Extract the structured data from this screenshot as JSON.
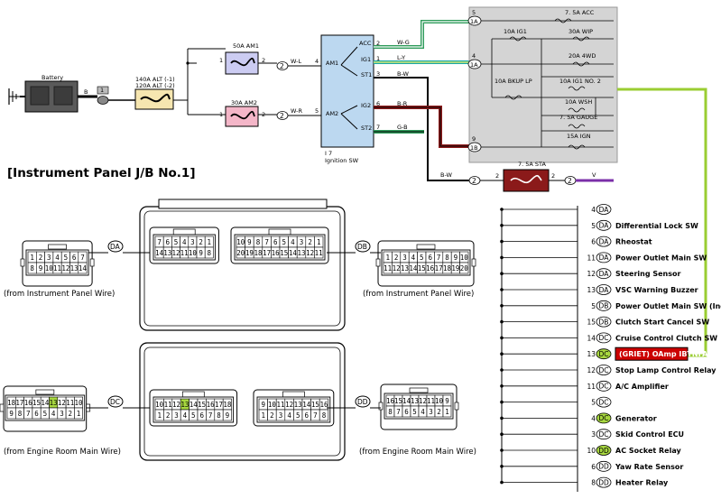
{
  "colors": {
    "jb_fill": "#d4d4d4",
    "yellow_green": "#9acd32",
    "highlight_green": "#a8d840",
    "wire_green": "#2e9b5a",
    "wire_teal": "#1aa7a7",
    "wire_red": "#8b1a1a",
    "wire_purple": "#7b2fa8",
    "fuse_yellow": "#f6e6b0",
    "fuse_pink": "#f4b6c8",
    "fuse_lav": "#ccccf2",
    "callout_red": "#cc0000"
  },
  "top": {
    "battery": "Battery",
    "fusible_link": "140A ALT (-1)",
    "fusible_link_2": "120A ALT (-2)",
    "am1_fuse": "50A AM1",
    "am2_fuse": "30A AM2",
    "wire_wl": "W-L",
    "wire_wr": "W-R",
    "wire_wg": "W-G",
    "wire_ly": "L-Y",
    "wire_bw": "B-W",
    "wire_br": "B-R",
    "wire_gb": "G-B",
    "wire_bw2": "B-W",
    "wire_v": "V",
    "switch_id": "I 7",
    "switch_name": "Ignition SW",
    "sw_acc": "ACC",
    "sw_ig1": "IG1",
    "sw_st1": "ST1",
    "sw_ig2": "IG2",
    "sw_st2": "ST2",
    "sw_am1": "AM1",
    "sw_am2": "AM2",
    "sta_fuse": "7. 5A STA",
    "jb_fuses": [
      "7. 5A ACC",
      "10A IG1",
      "30A WIP",
      "20A 4WD",
      "10A BKUP LP",
      "10A IG1 NO. 2",
      "10A WSH",
      "7. 5A GAUGE",
      "15A IGN"
    ],
    "jb_pins": [
      "5",
      "1A",
      "4",
      "1A",
      "9",
      "1B"
    ]
  },
  "section_title": "[Instrument Panel J/B No.1]",
  "connectors": {
    "DA": {
      "code": "DA",
      "caption": "(from Instrument Panel Wire)",
      "row1": [
        "7",
        "6",
        "5",
        "4",
        "3",
        "2",
        "1"
      ],
      "row2": [
        "14",
        "13",
        "12",
        "11",
        "10",
        "9",
        "8"
      ],
      "ext_row1": [
        "1",
        "2",
        "3",
        "4",
        "5",
        "6",
        "7"
      ],
      "ext_row2": [
        "8",
        "9",
        "10",
        "11",
        "12",
        "13",
        "14"
      ]
    },
    "DB": {
      "code": "DB",
      "caption": "(from Instrument Panel Wire)",
      "row1": [
        "10",
        "9",
        "8",
        "7",
        "6",
        "5",
        "4",
        "3",
        "2",
        "1"
      ],
      "row2": [
        "20",
        "19",
        "18",
        "17",
        "16",
        "15",
        "14",
        "13",
        "12",
        "11"
      ],
      "ext_row1": [
        "1",
        "2",
        "3",
        "4",
        "5",
        "6",
        "7",
        "8",
        "9",
        "10"
      ],
      "ext_row2": [
        "11",
        "12",
        "13",
        "14",
        "15",
        "16",
        "17",
        "18",
        "19",
        "20"
      ]
    },
    "DC": {
      "code": "DC",
      "caption": "(from Engine Room Main Wire)",
      "row1": [
        "10",
        "11",
        "12",
        "13",
        "14",
        "15",
        "16",
        "17",
        "18"
      ],
      "row2": [
        "1",
        "2",
        "3",
        "4",
        "5",
        "6",
        "7",
        "8",
        "9"
      ],
      "ext_row1": [
        "18",
        "17",
        "16",
        "15",
        "14",
        "13",
        "12",
        "11",
        "10"
      ],
      "ext_row2": [
        "9",
        "8",
        "7",
        "6",
        "5",
        "4",
        "3",
        "2",
        "1"
      ]
    },
    "DD": {
      "code": "DD",
      "caption": "(from Engine Room Main Wire)",
      "row1": [
        "9",
        "10",
        "11",
        "12",
        "13",
        "14",
        "15",
        "16"
      ],
      "row2": [
        "1",
        "2",
        "3",
        "4",
        "5",
        "6",
        "7",
        "8"
      ],
      "ext_row1": [
        "16",
        "15",
        "14",
        "13",
        "12",
        "11",
        "10",
        "9"
      ],
      "ext_row2": [
        "8",
        "7",
        "6",
        "5",
        "4",
        "3",
        "2",
        "1"
      ]
    }
  },
  "pin_list": [
    {
      "num": "4",
      "conn": "DA",
      "label": "",
      "highlight": false
    },
    {
      "num": "5",
      "conn": "DA",
      "label": "Differential Lock SW",
      "highlight": false
    },
    {
      "num": "6",
      "conn": "DA",
      "label": "Rheostat",
      "highlight": false
    },
    {
      "num": "11",
      "conn": "DA",
      "label": "Power Outlet Main SW",
      "highlight": false
    },
    {
      "num": "12",
      "conn": "DA",
      "label": "Steering Sensor",
      "highlight": false
    },
    {
      "num": "13",
      "conn": "DA",
      "label": "VSC Warning Buzzer",
      "highlight": false
    },
    {
      "num": "5",
      "conn": "DB",
      "label": "Power Outlet Main SW (Ind.)",
      "highlight": false
    },
    {
      "num": "15",
      "conn": "DB",
      "label": "Clutch Start Cancel SW",
      "highlight": false
    },
    {
      "num": "14",
      "conn": "DC",
      "label": "Cruise Control Clutch SW",
      "highlight": false
    },
    {
      "num": "13",
      "conn": "DC",
      "label": "(GRIET) OAmp IBTNFA",
      "highlight": true
    },
    {
      "num": "12",
      "conn": "DC",
      "label": "Stop Lamp Control Relay",
      "highlight": false
    },
    {
      "num": "11",
      "conn": "DC",
      "label": "A/C Amplifier",
      "highlight": false
    },
    {
      "num": "5",
      "conn": "DC",
      "label": "",
      "highlight": false
    },
    {
      "num": "4",
      "conn": "DC",
      "label": "Generator",
      "highlight": true
    },
    {
      "num": "3",
      "conn": "DC",
      "label": "Skid Control ECU",
      "highlight": false
    },
    {
      "num": "10",
      "conn": "DD",
      "label": "AC Socket Relay",
      "highlight": true
    },
    {
      "num": "6",
      "conn": "DD",
      "label": "Yaw Rate Sensor",
      "highlight": false
    },
    {
      "num": "8",
      "conn": "DD",
      "label": "Heater Relay",
      "highlight": false
    }
  ]
}
